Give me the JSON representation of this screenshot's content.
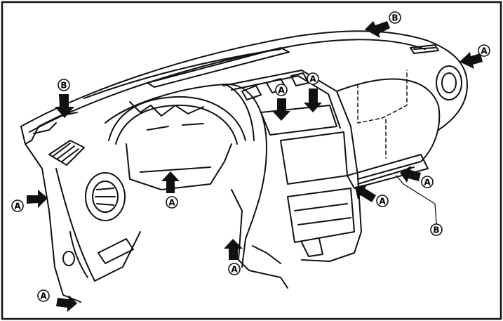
{
  "figure": {
    "line_color": "#111111",
    "background": "#ffffff",
    "callouts": [
      {
        "id": "b-top-center",
        "letter": "B"
      },
      {
        "id": "a-top-right",
        "letter": "A"
      },
      {
        "id": "b-left",
        "letter": "B"
      },
      {
        "id": "a-center-1",
        "letter": "A"
      },
      {
        "id": "a-center-2",
        "letter": "A"
      },
      {
        "id": "a-cluster",
        "letter": "A"
      },
      {
        "id": "a-left-side",
        "letter": "A"
      },
      {
        "id": "a-right-lower-1",
        "letter": "A"
      },
      {
        "id": "a-right-lower-2",
        "letter": "A"
      },
      {
        "id": "b-right-bottom",
        "letter": "B"
      },
      {
        "id": "a-console",
        "letter": "A"
      },
      {
        "id": "a-bottom-left",
        "letter": "A"
      }
    ]
  }
}
